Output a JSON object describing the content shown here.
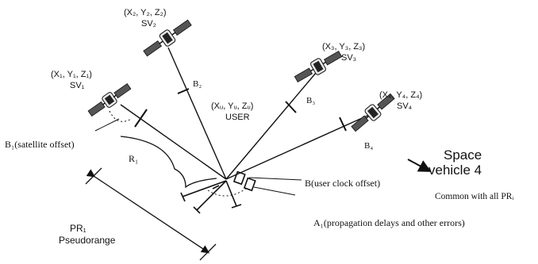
{
  "satellites": [
    {
      "coords": "(X₁, Y₁, Z₁)",
      "label": "SV₁"
    },
    {
      "coords": "(X₂, Y₂, Z₂)",
      "label": "SV₂"
    },
    {
      "coords": "(X₃, Y₃, Z₃)",
      "label": "SV₃"
    },
    {
      "coords": "(X₄, Y₄, Z₄)",
      "label": "SV₄"
    }
  ],
  "user": {
    "coords": "(Xᵤ, Yᵤ, Zᵤ)",
    "label": "USER"
  },
  "bias_labels": {
    "b1": "B₁(satellite offset)",
    "b2": "B₂",
    "b3": "B₃",
    "b4": "B₄"
  },
  "range_label": "R₁",
  "pseudorange": {
    "line1": "PR₁",
    "line2": "Pseudorange"
  },
  "user_clock": "B(user clock offset)",
  "space_vehicle": {
    "line1": "Space",
    "line2": "vehicle 4"
  },
  "common": "Common with all PRᵢ",
  "propagation": "A₁(propagation delays and other errors)"
}
